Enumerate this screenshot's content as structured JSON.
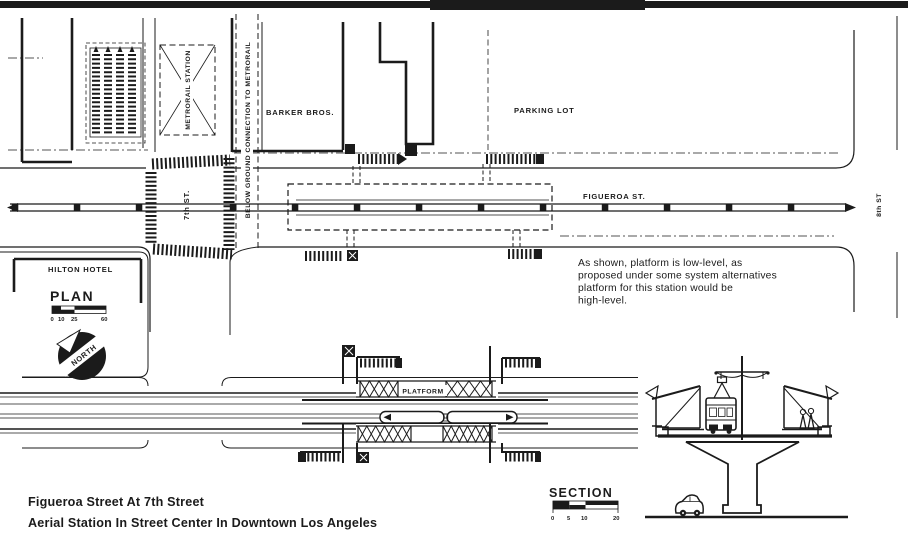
{
  "meta": {
    "bg": "#ffffff",
    "ink": "#1b1b1b"
  },
  "site_plan": {
    "labels": {
      "metrorail_station": "METRORAIL STATION",
      "below_ground_connection": "BELOW GROUND CONNECTION TO METRORAIL",
      "barker_bros": "BARKER BROS.",
      "parking_lot": "PARKING LOT",
      "figueroa_st": "FIGUEROA ST.",
      "seventh_st": "7th ST.",
      "eighth_st": "8th ST",
      "hilton_hotel": "HILTON HOTEL"
    },
    "plan_title": "PLAN",
    "plan_scale_ticks": [
      "0",
      "10",
      "25",
      "60"
    ],
    "north_label": "NORTH",
    "note_lines": [
      "As shown, platform is low-level, as",
      "proposed under some system alternatives",
      "platform for this station would be",
      "high-level."
    ]
  },
  "station_plan": {
    "platform_label": "PLATFORM"
  },
  "section_view": {
    "title": "SECTION",
    "scale_ticks": [
      "0",
      "5",
      "10",
      "20"
    ]
  },
  "caption": {
    "line1": "Figueroa Street At 7th Street",
    "line2": "Aerial Station In Street Center In Downtown Los Angeles"
  }
}
